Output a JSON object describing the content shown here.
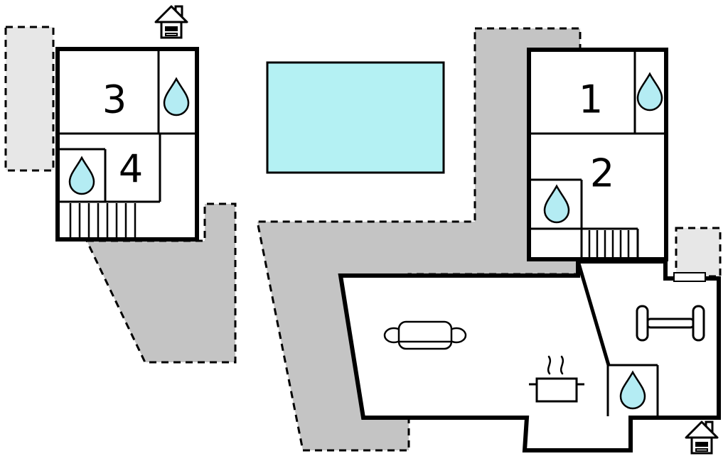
{
  "plan": {
    "name": "holiday-home-floor-plan",
    "rooms": [
      {
        "id": "room-1",
        "label": "1"
      },
      {
        "id": "room-2",
        "label": "2"
      },
      {
        "id": "room-3",
        "label": "3"
      },
      {
        "id": "room-4",
        "label": "4"
      }
    ],
    "colors": {
      "pool": "#b4f1f3",
      "water_drop": "#b4ecf3",
      "terrace_gray": "#c4c4c4",
      "patio_gray": "#e7e7e7",
      "wall_black": "#000000",
      "floor_white": "#ffffff"
    },
    "icons": {
      "entrance_top": "house-icon",
      "entrance_bottom": "house-icon",
      "bathroom": "water-drop-icon",
      "living_room": "sofa-icon",
      "kitchen": "stove-icon",
      "fitness": "dumbbell-icon",
      "stairs": "stairs-icon"
    }
  }
}
